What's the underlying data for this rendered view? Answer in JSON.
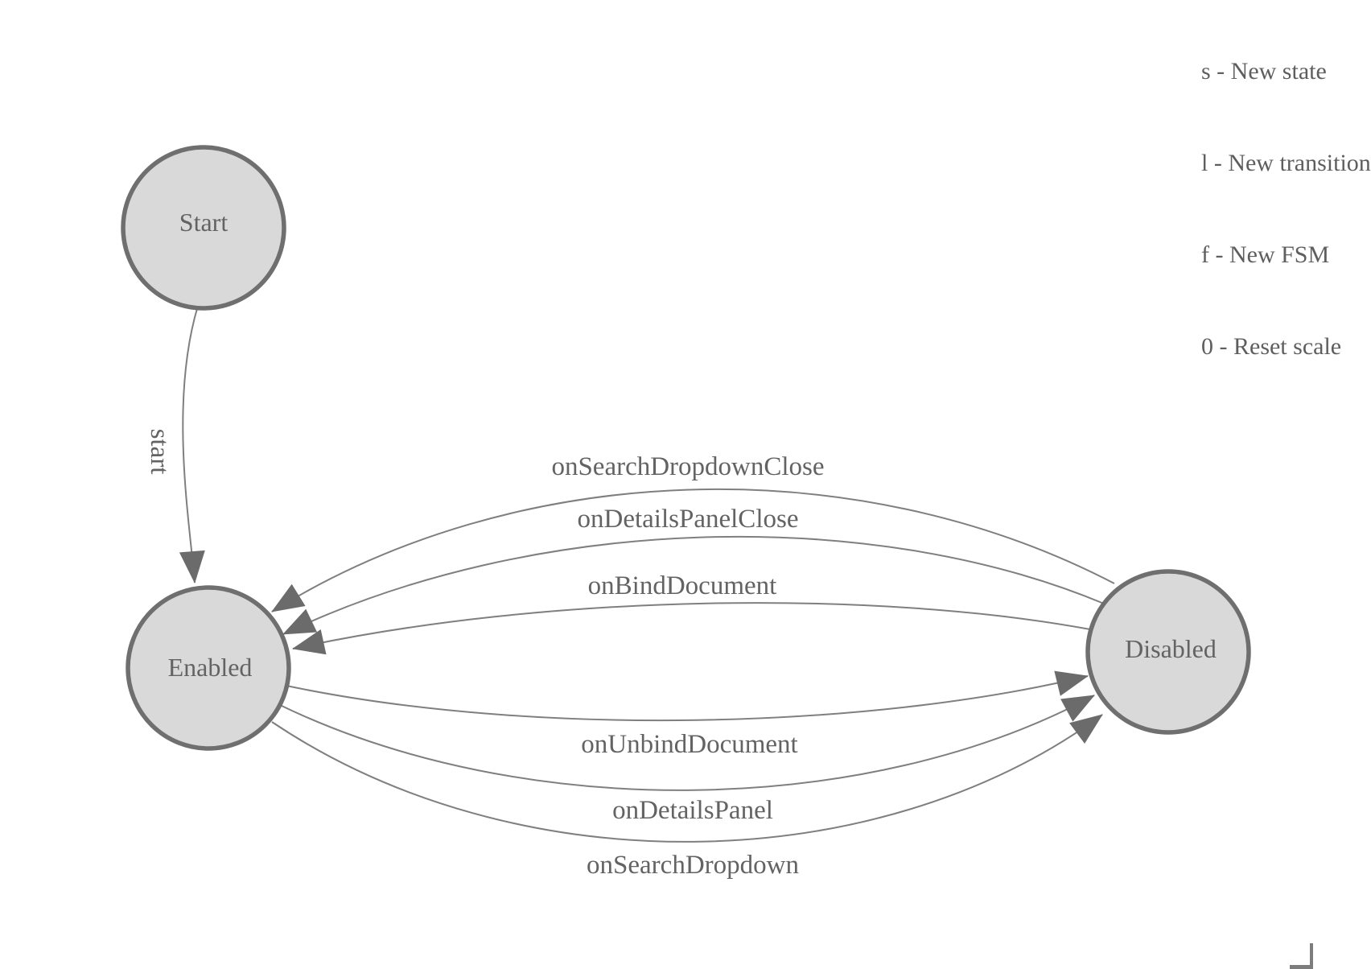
{
  "diagram": {
    "type": "finite-state-machine",
    "states": [
      {
        "id": "start",
        "label": "Start"
      },
      {
        "id": "enabled",
        "label": "Enabled"
      },
      {
        "id": "disabled",
        "label": "Disabled"
      }
    ],
    "transitions": [
      {
        "label": "start",
        "from": "Start",
        "to": "Enabled"
      },
      {
        "label": "onSearchDropdownClose",
        "from": "Disabled",
        "to": "Enabled"
      },
      {
        "label": "onDetailsPanelClose",
        "from": "Disabled",
        "to": "Enabled"
      },
      {
        "label": "onBindDocument",
        "from": "Disabled",
        "to": "Enabled"
      },
      {
        "label": "onUnbindDocument",
        "from": "Enabled",
        "to": "Disabled"
      },
      {
        "label": "onDetailsPanel",
        "from": "Enabled",
        "to": "Disabled"
      },
      {
        "label": "onSearchDropdown",
        "from": "Enabled",
        "to": "Disabled"
      }
    ]
  },
  "legend": {
    "lines": [
      "s - New state",
      "l - New transition",
      "f - New FSM",
      "0 - Reset scale"
    ]
  },
  "colors": {
    "state_fill": "#d9d9d9",
    "state_stroke": "#6f6f6f",
    "edge_stroke": "#7f7f7f",
    "arrowhead": "#6b6b6b",
    "label_text": "#636363",
    "legend_text": "#5e5e5e",
    "background": "#ffffff"
  }
}
